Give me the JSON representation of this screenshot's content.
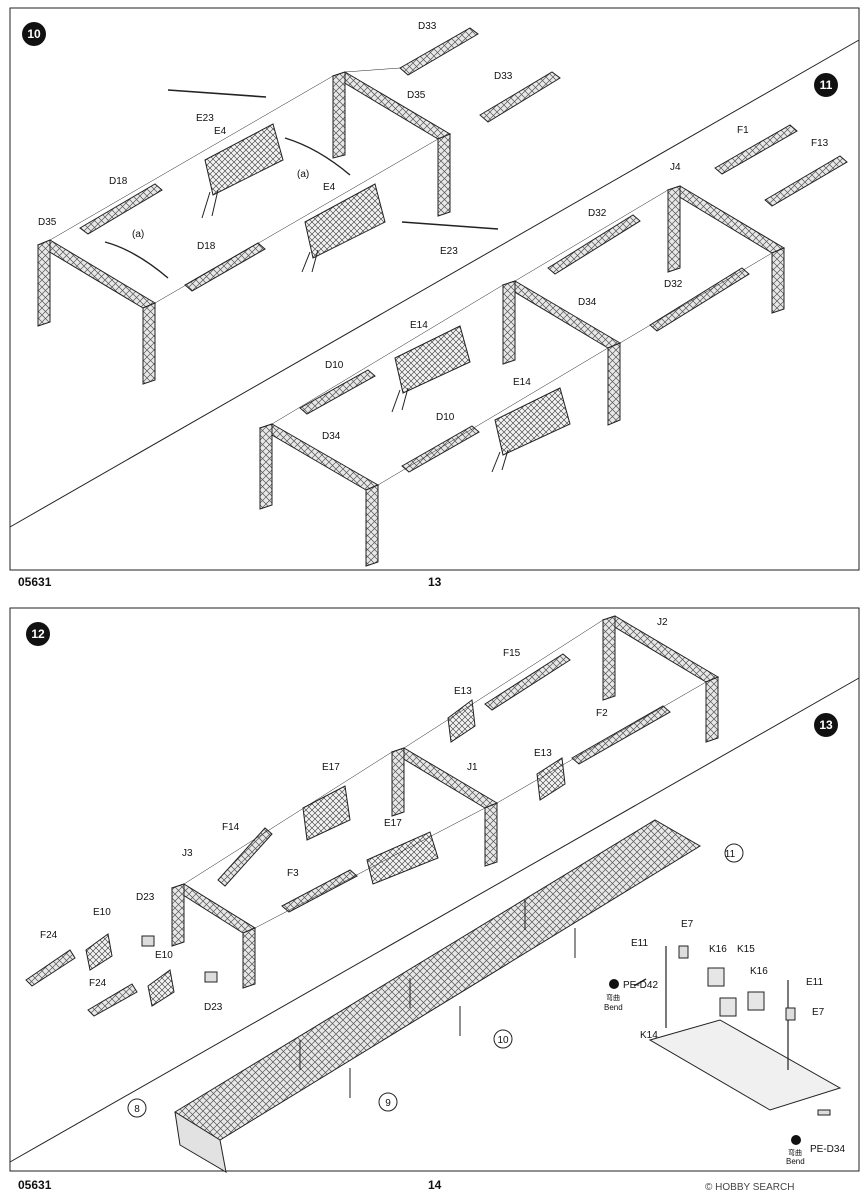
{
  "pages": {
    "top": {
      "steps": [
        {
          "number": "10"
        },
        {
          "number": "11"
        }
      ],
      "labels": {
        "d33a": "D33",
        "d33b": "D33",
        "d35a": "D35",
        "d35b": "D35",
        "e23a": "E23",
        "e23b": "E23",
        "e4a": "E4",
        "e4b": "E4",
        "a1": "(a)",
        "a2": "(a)",
        "d18a": "D18",
        "d18b": "D18",
        "f1": "F1",
        "f13": "F13",
        "j4": "J4",
        "d32a": "D32",
        "d32b": "D32",
        "d34a": "D34",
        "d34b": "D34",
        "e14a": "E14",
        "e14b": "E14",
        "d10a": "D10",
        "d10b": "D10"
      },
      "catalog_number": "05631",
      "page_number": "13"
    },
    "bottom": {
      "steps": [
        {
          "number": "12"
        },
        {
          "number": "13"
        }
      ],
      "labels": {
        "j2": "J2",
        "f15": "F15",
        "e13a": "E13",
        "e13b": "E13",
        "f2": "F2",
        "e17a": "E17",
        "e17b": "E17",
        "j1": "J1",
        "f14": "F14",
        "j3": "J3",
        "f3": "F3",
        "d23a": "D23",
        "d23b": "D23",
        "e10a": "E10",
        "e10b": "E10",
        "f24a": "F24",
        "f24b": "F24",
        "ref11": "11",
        "ref10": "10",
        "ref9": "9",
        "ref8": "8",
        "e7a": "E7",
        "e7b": "E7",
        "e11a": "E11",
        "e11b": "E11",
        "k16a": "K16",
        "k16b": "K16",
        "k15": "K15",
        "k14": "K14",
        "ped42": "PE-D42",
        "ped34": "PE-D34",
        "bend_cn": "弯曲",
        "bend_en": "Bend"
      },
      "catalog_number": "05631",
      "page_number": "14"
    }
  },
  "watermark": {
    "brand": "HOBBY SEARCH"
  },
  "colors": {
    "line": "#222222",
    "part_fill": "#e6e6e6",
    "step_badge": "#111111"
  }
}
